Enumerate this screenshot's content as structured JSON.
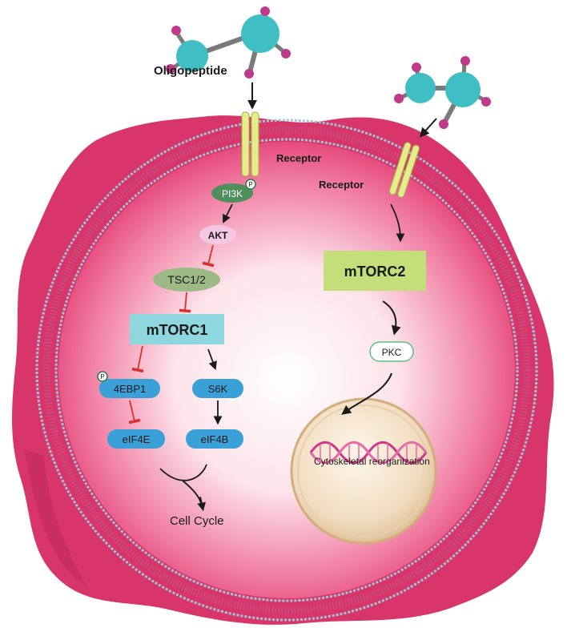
{
  "labels": {
    "oligopeptide": "Oligopeptide",
    "receptor_left": "Receptor",
    "receptor_right": "Receptor",
    "phospho": "P",
    "pi3k": "PI3K",
    "akt": "AKT",
    "tsc": "TSC1/2",
    "mtorc1": "mTORC1",
    "mtorc2": "mTORC2",
    "fourebp1": "4EBP1",
    "s6k": "S6K",
    "eif4e": "eIF4E",
    "eif4b": "eIF4B",
    "cell_cycle": "Cell Cycle",
    "pkc": "PKC",
    "cytoskeletal": "Cytoskeletal reorganization"
  },
  "colors": {
    "cell_outer": "#d8356a",
    "cell_inner_center": "#ffffff",
    "cell_inner_edge": "#e8477c",
    "membrane": "#9cc7db",
    "receptor": "#e6ec8c",
    "molecule_teal": "#3fbfc4",
    "molecule_pink": "#c03a8c",
    "pi3k": "#4f8f5c",
    "akt": "#f4c8e4",
    "tsc": "#9dba86",
    "mtorc1": "#8fd7de",
    "mtorc2": "#c4df7a",
    "protein_blue": "#3aa0d8",
    "inhibit": "#d8332b",
    "nucleus": "#e6c9a0"
  }
}
